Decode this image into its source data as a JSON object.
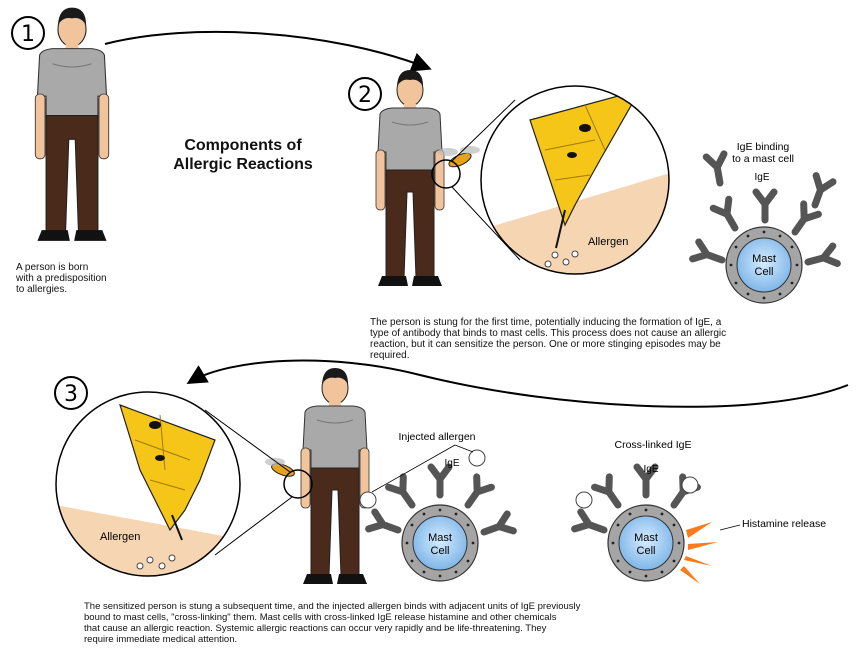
{
  "title_line1": "Components of",
  "title_line2": "Allergic Reactions",
  "steps": [
    "1",
    "2",
    "3"
  ],
  "captions": {
    "step1": [
      "A person is born",
      "with a predisposition",
      "to allergies."
    ],
    "step2": [
      "The person is stung for the first time, potentially inducing the formation of IgE, a",
      "type of antibody that binds to mast cells. This process does not cause an allergic",
      "reaction, but it can sensitize the person. One or more stinging episodes may be",
      "required."
    ],
    "step3": [
      "The sensitized person is stung a subsequent time, and the injected allergen binds with adjacent units of IgE previously",
      "bound to mast cells, \"cross-linking\" them. Mast cells with cross-linked IgE release histamine and other chemicals",
      "that cause an allergic reaction. Systemic allergic reactions can occur very rapidly and be life-threatening. They",
      "require immediate medical attention."
    ]
  },
  "labels": {
    "allergen": "Allergen",
    "ige_binding": [
      "IgE binding",
      "to a mast cell"
    ],
    "ige": "IgE",
    "mast_cell": [
      "Mast",
      "Cell"
    ],
    "injected_allergen": "Injected allergen",
    "cross_linked": "Cross-linked IgE",
    "histamine": "Histamine release"
  },
  "colors": {
    "shirt": "#a9a9a9",
    "pants": "#4a2a1a",
    "skin": "#f2c49b",
    "hair": "#1a1a1a",
    "venom_sac": "#f5c518",
    "mast_cell_core": "#8fc3ef",
    "mast_cell_ring": "#a5a5a5",
    "antibody": "#555555",
    "histamine": "#ff7a1a"
  }
}
